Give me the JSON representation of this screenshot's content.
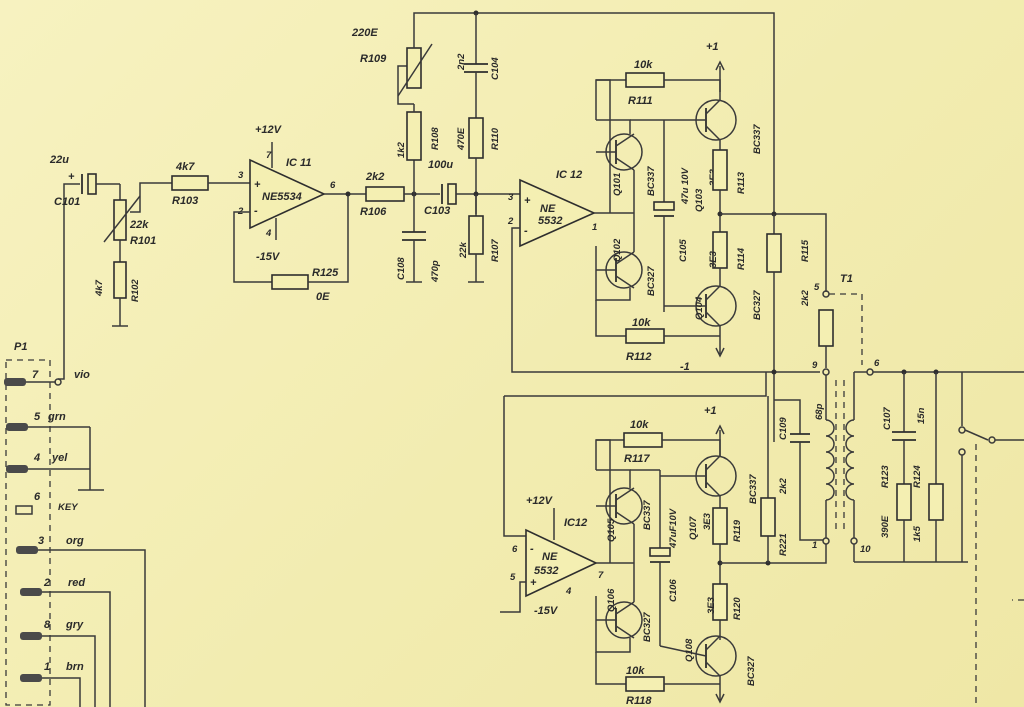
{
  "connector": {
    "name": "P1",
    "pins": [
      {
        "num": "7",
        "wire": "vio"
      },
      {
        "num": "5",
        "wire": "grn"
      },
      {
        "num": "4",
        "wire": "yel"
      },
      {
        "num": "6",
        "wire": "KEY"
      },
      {
        "num": "3",
        "wire": "org"
      },
      {
        "num": "2",
        "wire": "red"
      },
      {
        "num": "8",
        "wire": "gry"
      },
      {
        "num": "1",
        "wire": "brn"
      }
    ]
  },
  "components": {
    "c101": {
      "value": "22u",
      "ref": "C101"
    },
    "r101": {
      "value": "22k",
      "ref": "R101"
    },
    "r102": {
      "value": "4k7",
      "ref": "R102"
    },
    "r103": {
      "value": "4k7",
      "ref": "R103"
    },
    "ic11": {
      "ref": "IC 11",
      "part": "NE5534",
      "supply_pos": "+12V",
      "supply_neg": "-15V",
      "pin3": "3",
      "pin2": "2",
      "pin6": "6",
      "pin7": "7",
      "pin4": "4"
    },
    "r125": {
      "value": "0E",
      "ref": "R125"
    },
    "r106": {
      "value": "2k2",
      "ref": "R106"
    },
    "c108": {
      "value": "470p",
      "ref": "C108"
    },
    "r109": {
      "value": "220E",
      "ref": "R109"
    },
    "r108": {
      "value": "1k2",
      "ref": "R108"
    },
    "r110": {
      "value": "470E",
      "ref": "R110"
    },
    "c104": {
      "value": "2n2",
      "ref": "C104"
    },
    "c103": {
      "value": "100u",
      "ref": "C103"
    },
    "r107": {
      "value": "22k",
      "ref": "R107"
    },
    "ic12a": {
      "ref": "IC 12",
      "part_a": "NE",
      "part_b": "5532",
      "pin3": "3",
      "pin2": "2",
      "pin1": "1"
    },
    "r111": {
      "value": "10k",
      "ref": "R111"
    },
    "r112": {
      "value": "10k",
      "ref": "R112"
    },
    "q101": {
      "ref": "Q101",
      "type": "BC337"
    },
    "q102": {
      "ref": "Q102",
      "type": "BC327"
    },
    "c105": {
      "value": "47u 10V",
      "ref": "C105"
    },
    "q103": {
      "ref": "Q103",
      "type": "BC337",
      "value": "3E3"
    },
    "q104": {
      "ref": "Q104",
      "type": "BC327",
      "value": "3E3"
    },
    "r113": {
      "ref": "R113"
    },
    "r114": {
      "ref": "R114"
    },
    "r115": {
      "value": "2k2",
      "ref": "R115"
    },
    "t1": {
      "ref": "T1",
      "pin5": "5",
      "pin9": "9",
      "pin6": "6",
      "pin1": "1",
      "pin10": "10"
    },
    "c109": {
      "value": "68p",
      "ref": "C109"
    },
    "ic12b": {
      "ref": "IC12",
      "part_a": "NE",
      "part_b": "5532",
      "supply_pos": "+12V",
      "supply_neg": "-15V",
      "pin6": "6",
      "pin5": "5",
      "pin7": "7",
      "pin4": "4"
    },
    "r117": {
      "value": "10k",
      "ref": "R117"
    },
    "r118": {
      "value": "10k",
      "ref": "R118"
    },
    "q105": {
      "ref": "Q105",
      "type": "BC337"
    },
    "q106": {
      "ref": "Q106",
      "type": "BC327"
    },
    "c106": {
      "value": "47uF10V",
      "ref": "C106"
    },
    "q107": {
      "ref": "Q107",
      "type": "BC337",
      "value": "3E3"
    },
    "q108": {
      "ref": "Q108",
      "type": "BC327",
      "value": "3E3"
    },
    "r119": {
      "ref": "R119"
    },
    "r120": {
      "ref": "R120"
    },
    "r221": {
      "value": "2k2",
      "ref": "R221"
    },
    "c107": {
      "value": "15n",
      "ref": "C107"
    },
    "r123": {
      "value": "390E",
      "ref": "R123"
    },
    "r124": {
      "value": "1k5",
      "ref": "R124"
    }
  },
  "rails": {
    "pos_top": "+1",
    "neg_mid": "-1",
    "pos_bottom": "+1"
  }
}
